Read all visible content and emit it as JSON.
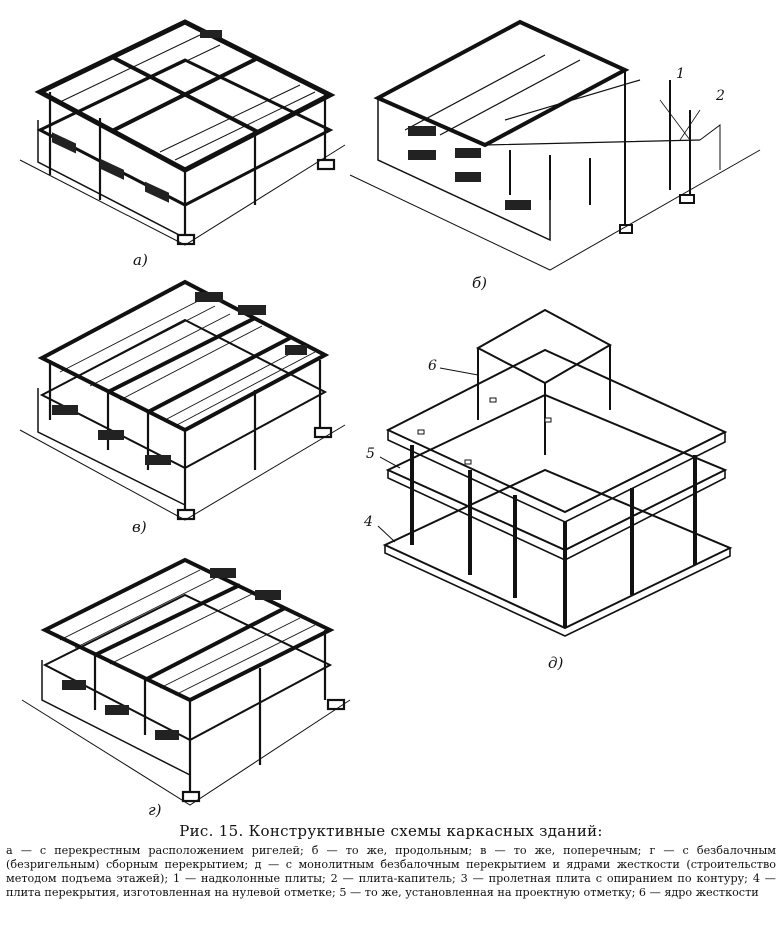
{
  "figure": {
    "panels": [
      {
        "id": "a",
        "label": "а)"
      },
      {
        "id": "b",
        "label": "б)"
      },
      {
        "id": "v",
        "label": "в)"
      },
      {
        "id": "g",
        "label": "г)"
      },
      {
        "id": "d",
        "label": "д)"
      }
    ],
    "callouts": {
      "c1": "1",
      "c2": "2",
      "c4": "4",
      "c5": "5",
      "c6": "6"
    }
  },
  "caption": {
    "title": "Рис. 15. Конструктивные схемы каркасных зданий:",
    "legend": "а — с перекрестным расположением ригелей; б — то же, продольным; в — то же, поперечным; г — с безбалочным (безригельным) сборным перекрытием; д — с монолитным безбалочным перекрытием и ядрами жесткости (строительство методом подъема этажей); 1 — надколонные плиты; 2 — плита-капитель; 3 — пролетная плита с опиранием по контуру; 4 — плита перекрытия, изготовленная на нулевой отметке; 5 — то же, установленная на проектную отметку; 6 — ядро жесткости"
  }
}
